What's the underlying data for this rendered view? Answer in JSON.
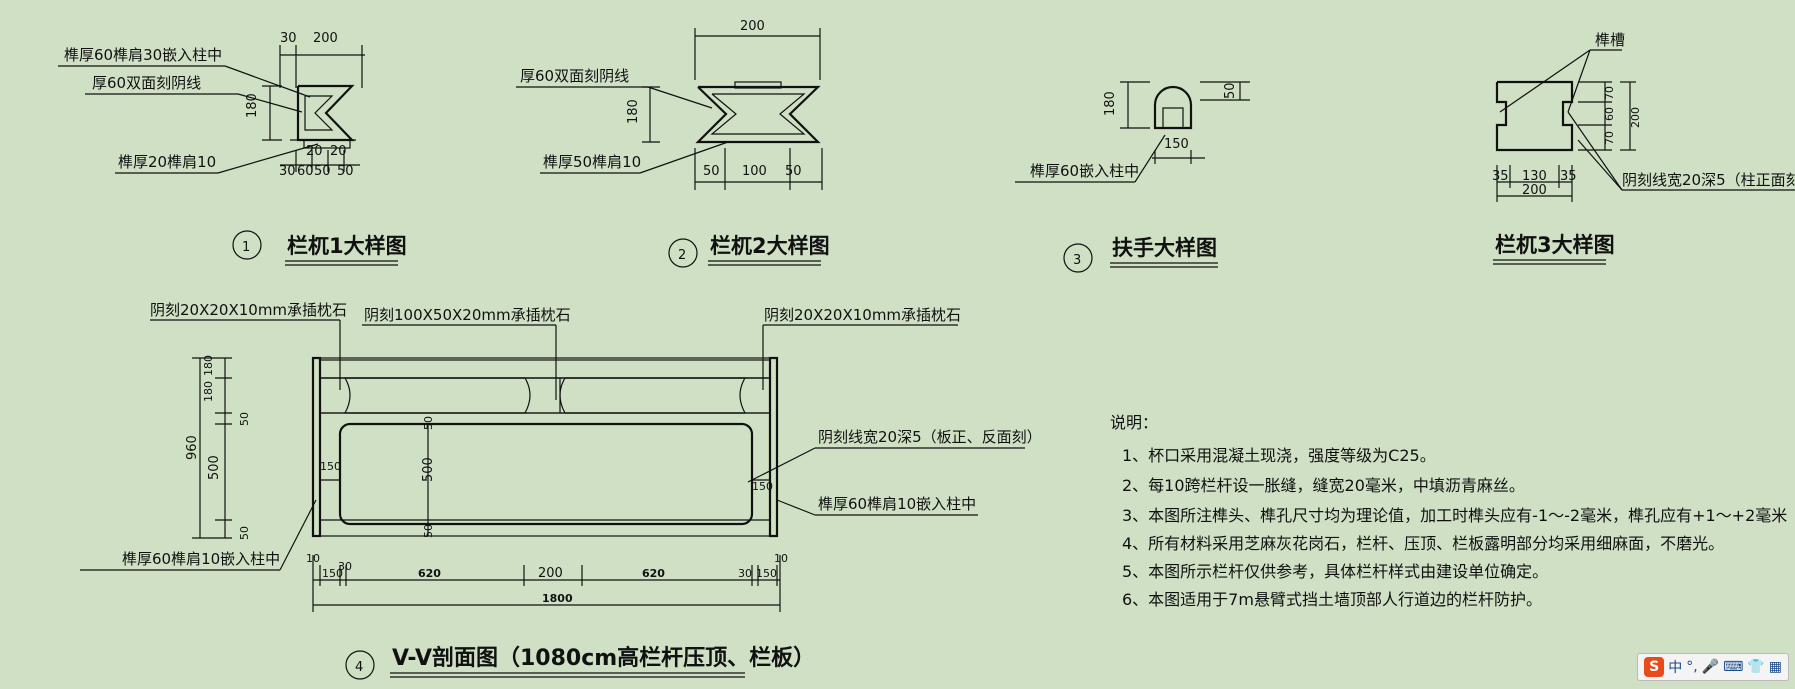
{
  "details": {
    "d1": {
      "number": "1",
      "title": "栏杌1大样图",
      "label_tenon": "榫厚60榫肩30嵌入柱中",
      "label_double_line": "厚60双面刻阴线",
      "label_tenon_bottom": "榫厚20榫肩10",
      "dims": [
        "30",
        "200",
        "180",
        "20",
        "20",
        "30",
        "60",
        "50",
        "50"
      ]
    },
    "d2": {
      "number": "2",
      "title": "栏杌2大样图",
      "label_double_line": "厚60双面刻阴线",
      "label_tenon": "榫厚50榫肩10",
      "dims": [
        "200",
        "180",
        "50",
        "100",
        "50"
      ]
    },
    "d3": {
      "number": "3",
      "title": "扶手大样图",
      "label_tenon": "榫厚60嵌入柱中",
      "dims": [
        "180",
        "50",
        "150"
      ]
    },
    "d5": {
      "title": "栏杌3大样图",
      "label_groove": "榫槽",
      "label_line": "阴刻线宽20深5（柱正面刻",
      "dims": [
        "70",
        "60",
        "70",
        "200",
        "35",
        "130",
        "35",
        "200"
      ]
    }
  },
  "section": {
    "number": "4",
    "title": "V-V剖面图（1080cm高栏杆压顶、栏板）",
    "label_left_top": "阴刻20X20X10mm承插枕石",
    "label_mid_top": "阴刻100X50X20mm承插枕石",
    "label_right_top": "阴刻20X20X10mm承插枕石",
    "label_line": "阴刻线宽20深5（板正、反面刻）",
    "label_right_tenon": "榫厚60榫肩10嵌入柱中",
    "label_left_tenon": "榫厚60榫肩10嵌入柱中",
    "dims_left": [
      "180",
      "180",
      "50",
      "960",
      "500",
      "50"
    ],
    "dims_inner": [
      "50",
      "500",
      "50",
      "150",
      "150"
    ],
    "dims_bottom": [
      "10",
      "150",
      "30",
      "620",
      "200",
      "620",
      "30",
      "150",
      "10",
      "1800"
    ]
  },
  "notes": {
    "heading": "说明：",
    "items": [
      "1、杯口采用混凝土现浇，强度等级为C25。",
      "2、每10跨栏杆设一胀缝，缝宽20毫米，中填沥青麻丝。",
      "3、本图所注榫头、榫孔尺寸均为理论值，加工时榫头应有-1～-2毫米，榫孔应有+1～+2毫米",
      "4、所有材料采用芝麻灰花岗石，栏杆、压顶、栏板露明部分均采用细麻面，不磨光。",
      "5、本图所示栏杆仅供参考，具体栏杆样式由建设单位确定。",
      "6、本图适用于7m悬臂式挡土墙顶部人行道边的栏杆防护。"
    ]
  },
  "ime_toolbar": {
    "logo": "S",
    "lang": "中",
    "punct": "°,"
  }
}
